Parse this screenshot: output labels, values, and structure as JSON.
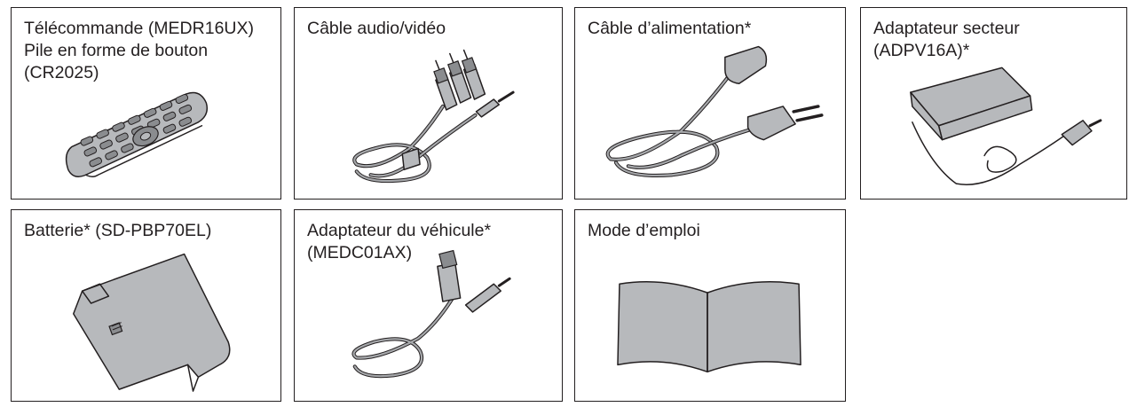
{
  "accessories": [
    {
      "id": "remote",
      "label": "Télécommande (MEDR16UX)\nPile en forme de bouton\n(CR2025)"
    },
    {
      "id": "av-cable",
      "label": "Câble audio/vidéo"
    },
    {
      "id": "power-cable",
      "label": "Câble d’alimentation*"
    },
    {
      "id": "ac-adapter",
      "label": "Adaptateur secteur\n(ADPV16A)*"
    },
    {
      "id": "battery",
      "label": "Batterie* (SD-PBP70EL)"
    },
    {
      "id": "car-adapter",
      "label": "Adaptateur du véhicule*\n(MEDC01AX)"
    },
    {
      "id": "manual",
      "label": "Mode d’emploi"
    }
  ],
  "icons": [
    "remote-control-icon",
    "av-cable-icon",
    "power-cable-icon",
    "ac-adapter-icon",
    "battery-icon",
    "car-adapter-icon",
    "manual-icon"
  ],
  "colors": {
    "border": "#231f20",
    "fill": "#b7b9bc",
    "text": "#231f20"
  }
}
